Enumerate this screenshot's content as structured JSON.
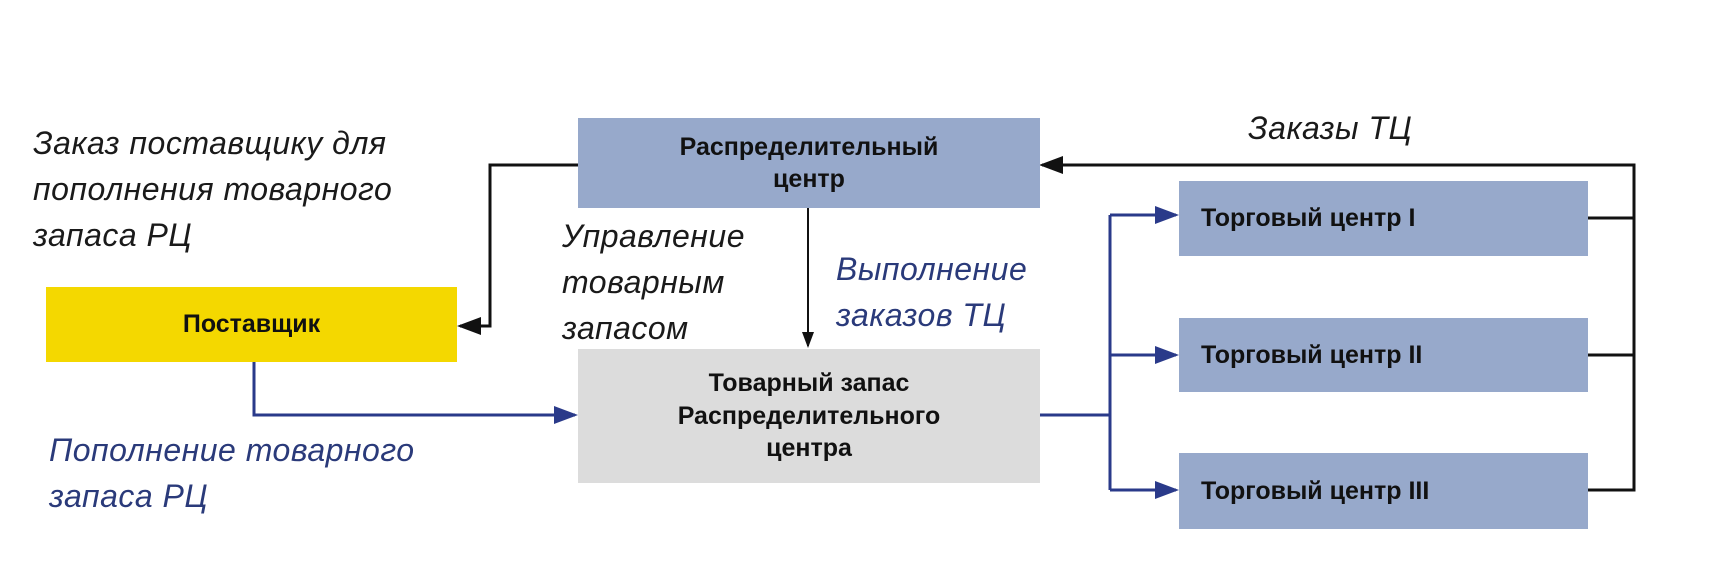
{
  "nodes": {
    "distribution_center": "Распределительный центр",
    "supplier": "Поставщик",
    "stock": [
      "Товарный запас",
      "Распределительного",
      "центра"
    ],
    "shopping_centers": [
      "Торговый центр I",
      "Торговый центр II",
      "Торговый центр III"
    ]
  },
  "labels": {
    "supplier_order": [
      "Заказ поставщику для",
      "пополнения товарного",
      "запаса РЦ"
    ],
    "stock_management": [
      "Управление",
      "товарным",
      "запасом"
    ],
    "order_fulfillment": [
      "Выполнение",
      "заказов ТЦ"
    ],
    "tc_orders": "Заказы ТЦ",
    "replenishment": [
      "Пополнение товарного",
      "запаса РЦ"
    ]
  },
  "colors": {
    "box_blue": "#97a9cb",
    "supplier_yellow": "#f4d800",
    "stock_gray": "#dcdcdc",
    "flow_blue": "#2a3a8a",
    "flow_black": "#111111"
  }
}
